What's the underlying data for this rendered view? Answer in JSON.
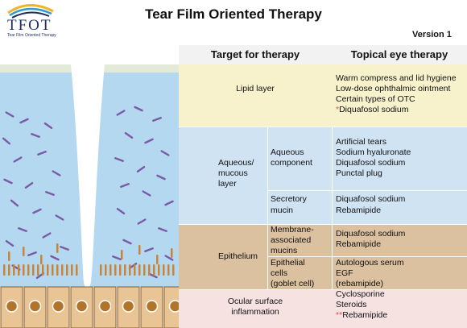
{
  "title": "Tear Film Oriented Therapy",
  "version": "Version 1",
  "logo": {
    "text": "TFOT",
    "subtitle": "Tear Film Oriented Therapy"
  },
  "headers": {
    "target": "Target for therapy",
    "topical": "Topical eye therapy"
  },
  "rows": {
    "lipid": {
      "label": "Lipid layer",
      "therapies": [
        "Warm compress and lid hygiene",
        "Low-dose ophthalmic ointment",
        "Certain types of OTC"
      ],
      "marked": {
        "mark": "*",
        "text": "Diquafosol sodium"
      }
    },
    "aqueous": {
      "group_label": [
        "Aqueous/",
        "mucous",
        "layer"
      ],
      "component": {
        "label": [
          "Aqueous",
          "component"
        ],
        "therapies": [
          "Artificial tears",
          "Sodium hyaluronate",
          "Diquafosol sodium",
          "Punctal plug"
        ]
      },
      "mucin": {
        "label": [
          "Secretory",
          "mucin"
        ],
        "therapies": [
          "Diquafosol sodium",
          "Rebamipide"
        ]
      }
    },
    "epithelium": {
      "group_label": "Epithelium",
      "membrane": {
        "label": [
          "Membrane-",
          "associated",
          "mucins"
        ],
        "therapies": [
          "Diquafosol sodium",
          "Rebamipide"
        ]
      },
      "cells": {
        "label": [
          "Epithelial",
          "cells",
          "(goblet cell)"
        ],
        "therapies": [
          "Autologous serum",
          "EGF",
          "(rebamipide)"
        ]
      }
    },
    "inflammation": {
      "label": [
        "Ocular surface",
        "inflammation"
      ],
      "therapies": [
        "Cyclosporine",
        "Steroids"
      ],
      "marked": {
        "mark": "**",
        "text": "Rebamipide"
      }
    }
  },
  "colors": {
    "lipid": "#f7f2cc",
    "aqueous": "#cfe3f3",
    "epithelium": "#dcc1a0",
    "inflammation": "#f7e2e2",
    "fluid": "#b4d8f0",
    "mucin": "#7b5aa6",
    "cilia": "#c7853a",
    "cell": "#e9c596",
    "nucleus": "#b2742b",
    "asterisk": "#e05050"
  }
}
